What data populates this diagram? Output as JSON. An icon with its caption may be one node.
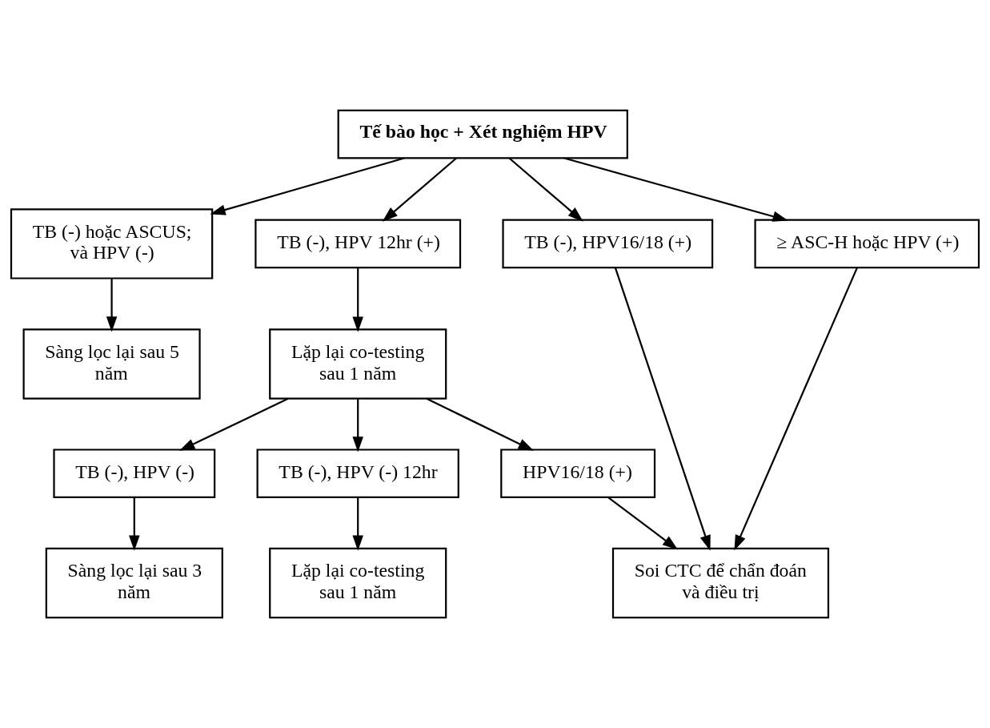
{
  "diagram": {
    "nodes": [
      {
        "text": [
          "Tế bào học + Xét nghiệm HPV"
        ]
      },
      {
        "text": [
          "TB (-) hoặc ASCUS; và HPV (-)"
        ]
      },
      {
        "text": [
          "TB (-), HPV 12hr (+)"
        ]
      },
      {
        "text": [
          "TB (-), HPV16/18 (+)"
        ]
      },
      {
        "text": [
          "≥ ASC-H hoặc HPV (+)"
        ]
      },
      {
        "text": [
          "Sàng lọc lại sau 5 năm"
        ]
      },
      {
        "text": [
          "Lặp lại co-testing sau 1 năm"
        ]
      },
      {
        "text": [
          "TB (-), HPV (-)"
        ]
      },
      {
        "text": [
          "TB (-), HPV (-) 12hr"
        ]
      },
      {
        "text": [
          "HPV16/18 (+)"
        ]
      },
      {
        "text": [
          "Sàng lọc lại sau 3 năm"
        ]
      },
      {
        "text": [
          "Lặp lại co-testing sau 1 năm"
        ]
      },
      {
        "text": [
          "Soi CTC để chẩn đoán và điều trị"
        ]
      }
    ],
    "edges": [
      {
        "from": 0,
        "to": 1,
        "arrow": "to"
      },
      {
        "from": 0,
        "to": 2,
        "arrow": "to"
      },
      {
        "from": 0,
        "to": 3,
        "arrow": "to"
      },
      {
        "from": 0,
        "to": 4,
        "arrow": "to"
      },
      {
        "from": 1,
        "to": 5,
        "arrow": "to"
      },
      {
        "from": 2,
        "to": 6,
        "arrow": "to"
      },
      {
        "from": 6,
        "to": 7,
        "arrow": "to"
      },
      {
        "from": 6,
        "to": 8,
        "arrow": "to"
      },
      {
        "from": 6,
        "to": 9,
        "arrow": "to"
      },
      {
        "from": 7,
        "to": 10,
        "arrow": "to"
      },
      {
        "from": 8,
        "to": 11,
        "arrow": "to"
      },
      {
        "from": 9,
        "to": 12,
        "arrow": "to"
      },
      {
        "from": 3,
        "to": 12,
        "arrow": "to"
      },
      {
        "from": 4,
        "to": 12,
        "arrow": "to"
      }
    ]
  }
}
